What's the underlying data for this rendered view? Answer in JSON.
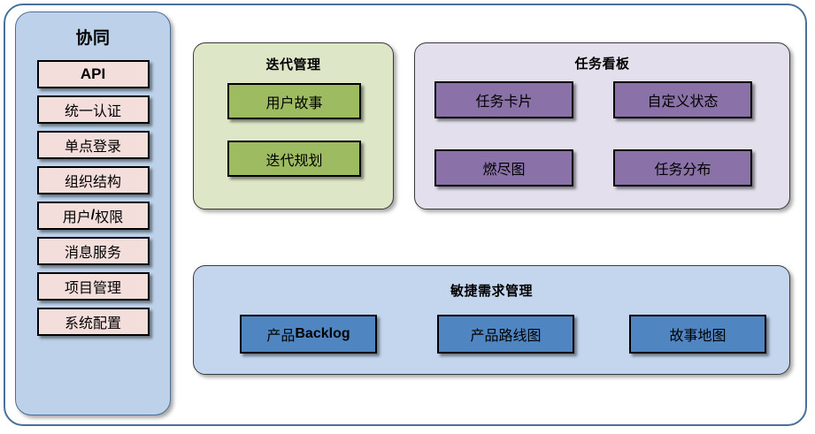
{
  "diagram": {
    "background_color": "#ffffff",
    "frame_border_color": "#4a7099"
  },
  "sidebar": {
    "title": "协同",
    "background_color": "#bdd2ea",
    "item_color": "#f3dedc",
    "items": [
      {
        "label": "API",
        "style": "sans-bold"
      },
      {
        "label": "统一认证",
        "style": "serif"
      },
      {
        "label": "单点登录",
        "style": "serif"
      },
      {
        "label": "组织结构",
        "style": "serif"
      },
      {
        "label": "用户/权限",
        "style": "serif-mixed"
      },
      {
        "label": "消息服务",
        "style": "serif"
      },
      {
        "label": "项目管理",
        "style": "serif"
      },
      {
        "label": "系统配置",
        "style": "serif"
      }
    ]
  },
  "iteration": {
    "title": "迭代管理",
    "background_color": "#dde7c8",
    "item_color": "#9dbb61",
    "items": [
      {
        "label": "用户故事"
      },
      {
        "label": "迭代规划"
      }
    ]
  },
  "taskboard": {
    "title": "任务看板",
    "background_color": "#e4dfec",
    "item_color": "#8a71a8",
    "items": [
      {
        "label": "任务卡片"
      },
      {
        "label": "自定义状态"
      },
      {
        "label": "燃尽图"
      },
      {
        "label": "任务分布"
      }
    ]
  },
  "agile": {
    "title": "敏捷需求管理",
    "background_color": "#c3d6ee",
    "item_color": "#4f85c0",
    "items": [
      {
        "label_prefix": "产品",
        "label_suffix": "Backlog",
        "label": "产品Backlog",
        "style": "serif-mixed"
      },
      {
        "label": "产品路线图",
        "style": "serif"
      },
      {
        "label": "故事地图",
        "style": "serif"
      }
    ]
  }
}
